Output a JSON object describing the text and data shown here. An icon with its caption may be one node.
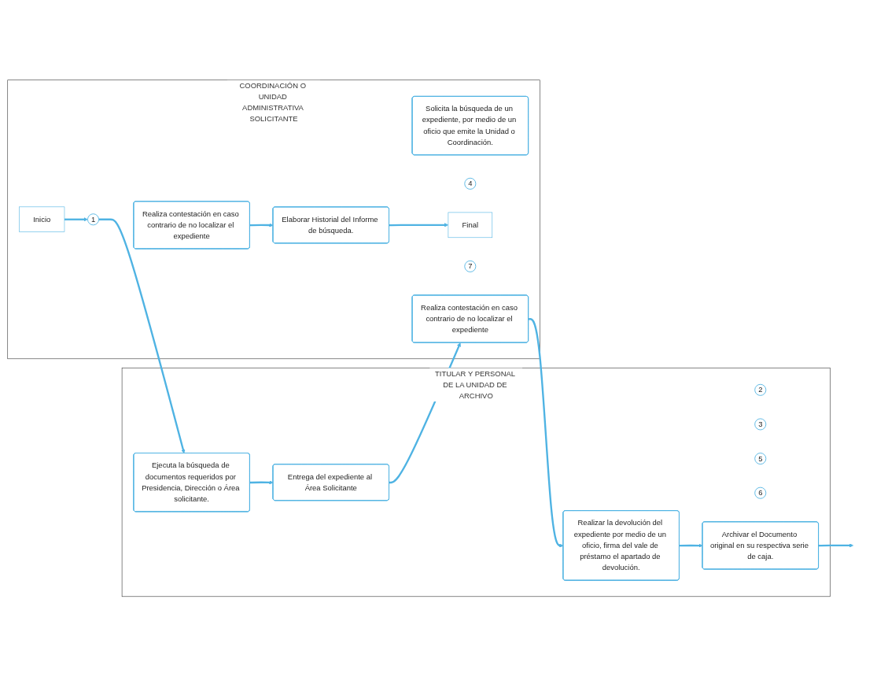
{
  "diagram": {
    "nodes": [
      {
        "text": [
          "TITULAR Y PERSONAL DE LA UNIDAD DE ARCHIVO"
        ]
      },
      {
        "text": [
          "COORDINACIÓN O UNIDAD ADMINISTRATIVA SOLICITANTE"
        ]
      },
      {
        "text": [
          "2"
        ],
        "in": 0
      },
      {
        "text": [
          "1"
        ],
        "in": 1
      },
      {
        "text": [
          "Inicio"
        ],
        "in": 1
      },
      {
        "text": [
          "Ejecuta la búsqueda de documentos requeridos por Presidencia, Dirección o Área solicitante."
        ],
        "in": 0
      },
      {
        "text": [
          "Solicita la búsqueda de un expediente, por medio de un oficio que emite la Unidad o Coordinación."
        ],
        "in": 1
      },
      {
        "text": [
          "3"
        ],
        "in": 0
      },
      {
        "text": [
          "4"
        ],
        "in": 1
      },
      {
        "text": [
          "Entrega del expediente al Área Solicitante"
        ],
        "in": 0
      },
      {
        "text": [
          "Realiza contestación en caso contrario de no localizar el expediente"
        ],
        "in": 1
      },
      {
        "text": [
          "5"
        ],
        "in": 0
      },
      {
        "text": [
          "7"
        ],
        "in": 1
      },
      {
        "text": [
          "Realizar la devolución del expediente por medio de un oficio, firma del vale de préstamo el apartado de devolución."
        ],
        "in": 0
      },
      {
        "text": [
          "Realiza contestación en caso contrario de no localizar el expediente"
        ],
        "in": 1
      },
      {
        "text": [
          "6"
        ],
        "in": 0
      },
      {
        "text": [
          "Elaborar Historial del Informe de búsqueda."
        ],
        "in": 1
      },
      {
        "text": [
          "Archivar el Documento original en su respectiva serie de caja."
        ],
        "in": 0
      },
      {
        "text": [
          "Final"
        ],
        "in": 1
      }
    ],
    "edges": [
      {
        "from": 4,
        "to": 3,
        "arrow": "to"
      },
      {
        "from": 3,
        "to": 5,
        "arrow": "to"
      },
      {
        "from": 5,
        "to": 9,
        "arrow": "to"
      },
      {
        "from": 9,
        "to": 10,
        "arrow": "to"
      },
      {
        "from": 10,
        "to": 13,
        "arrow": "to"
      },
      {
        "from": 13,
        "to": 17,
        "arrow": "to"
      },
      {
        "from": 17,
        "to": null,
        "arrow": "to"
      },
      {
        "from": 14,
        "to": 16,
        "arrow": "to"
      },
      {
        "from": 16,
        "to": 18,
        "arrow": "to"
      }
    ]
  }
}
